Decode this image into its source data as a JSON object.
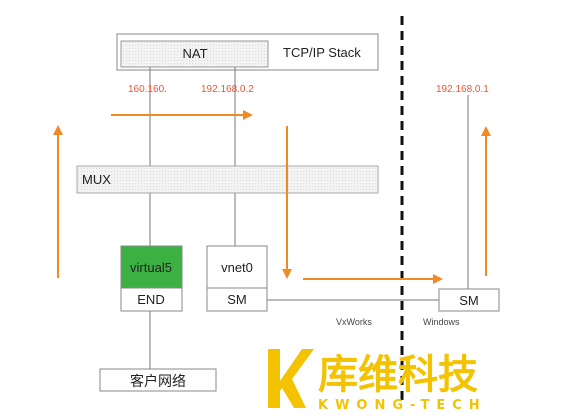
{
  "diagram": {
    "tcpip_stack": "TCP/IP Stack",
    "nat": "NAT",
    "ip_left": "160.160.",
    "ip_mid": "192.168.0.2",
    "ip_right": "192.168.0.1",
    "mux": "MUX",
    "virtual5": "virtual5",
    "end": "END",
    "vnet0": "vnet0",
    "sm_left": "SM",
    "sm_right": "SM",
    "vxworks": "VxWorks",
    "windows": "Windows",
    "customer_network": "客户网络"
  },
  "watermark": {
    "cn": "库维科技",
    "en": "KWONG-TECH"
  },
  "colors": {
    "arrow": "#f08a24",
    "ip_text": "#e8573a",
    "virtual5_fill": "#3cb043",
    "shaded_fill": "#ececec",
    "logo": "#f3c200"
  }
}
